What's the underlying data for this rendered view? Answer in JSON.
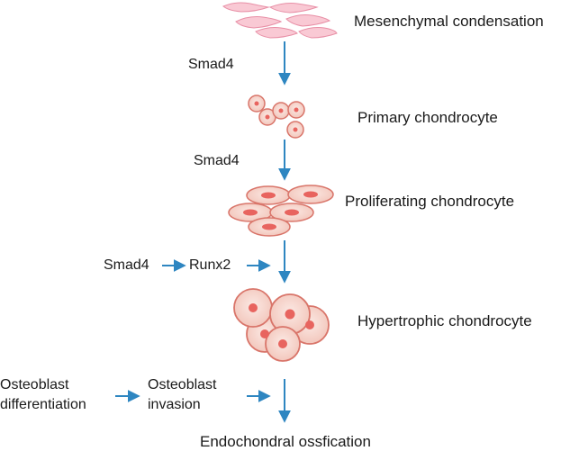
{
  "colors": {
    "arrow": "#2e86c1",
    "mesenchymal_fill": "#f9c9d4",
    "mesenchymal_stroke": "#e88fa6",
    "cell_fill": "#f6d6cf",
    "cell_stroke": "#d9756a",
    "nucleus": "#e8645f",
    "nucleus_light": "#f5b8b0"
  },
  "stages": [
    {
      "label": "Mesenchymal condensation",
      "icon": "mesenchymal-cells-icon"
    },
    {
      "label": "Primary chondrocyte",
      "icon": "primary-chondrocyte-cells-icon"
    },
    {
      "label": "Proliferating chondrocyte",
      "icon": "proliferating-chondrocyte-cells-icon"
    },
    {
      "label": "Hypertrophic chondrocyte",
      "icon": "hypertrophic-chondrocyte-cells-icon"
    }
  ],
  "regulators": {
    "smad4_a": "Smad4",
    "smad4_b": "Smad4",
    "smad4_c": "Smad4",
    "runx2": "Runx2",
    "osteoblast_differentiation": [
      "Osteoblast",
      "differentiation"
    ],
    "osteoblast_invasion": [
      "Osteoblast",
      "invasion"
    ]
  },
  "final_stage": "Endochondral ossfication"
}
